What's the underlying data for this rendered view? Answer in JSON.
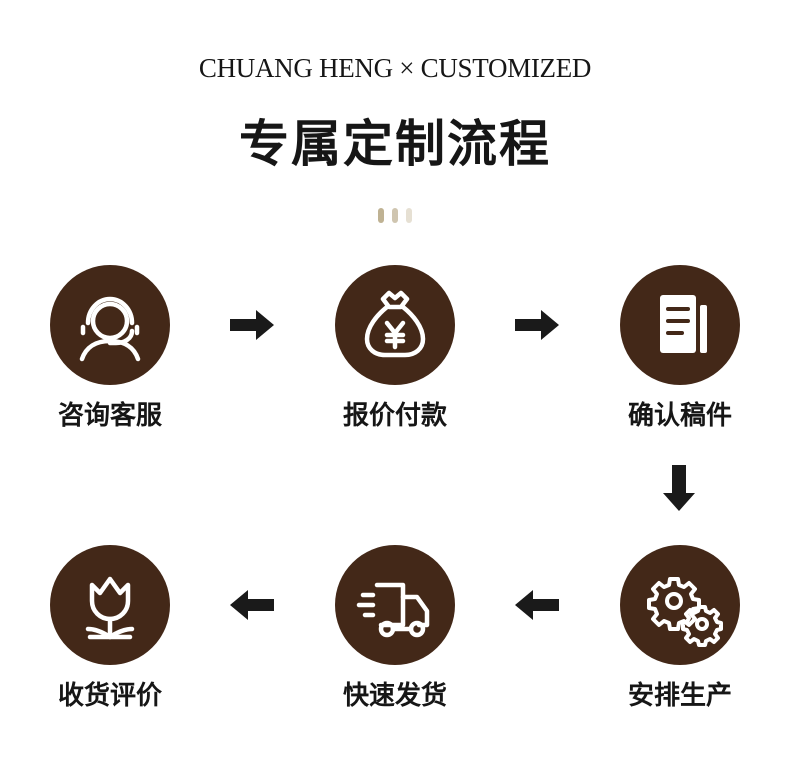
{
  "header": {
    "brand": "CHUANG HENG × CUSTOMIZED",
    "title": "专属定制流程"
  },
  "colors": {
    "circle": "#432818",
    "text": "#161616",
    "dots": [
      "#bfb293",
      "#cfc5b0",
      "#e6e0d3"
    ]
  },
  "steps": [
    {
      "label": "咨询客服",
      "icon": "customer-service-headset-icon"
    },
    {
      "label": "报价付款",
      "icon": "money-bag-yuan-icon"
    },
    {
      "label": "确认稿件",
      "icon": "document-icon"
    },
    {
      "label": "安排生产",
      "icon": "gears-icon"
    },
    {
      "label": "快速发货",
      "icon": "delivery-truck-icon"
    },
    {
      "label": "收货评价",
      "icon": "tulip-flower-icon"
    }
  ]
}
